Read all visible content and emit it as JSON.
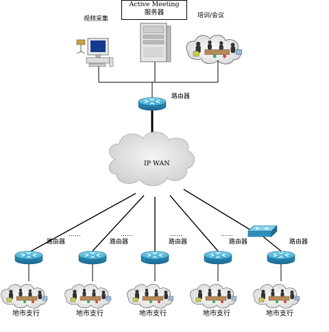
{
  "server": {
    "line1": "Active Meeting",
    "line2": "服务器"
  },
  "video_capture": "视频采集",
  "training": "培训/会议",
  "core_router": "路由器",
  "wan": "IP WAN",
  "branch_routers": [
    "路由器",
    "路由器",
    "路由器",
    "路由器",
    "路由器"
  ],
  "branches": [
    "地市支行",
    "地市支行",
    "地市支行",
    "地市支行",
    "地市支行"
  ],
  "dots": "……"
}
